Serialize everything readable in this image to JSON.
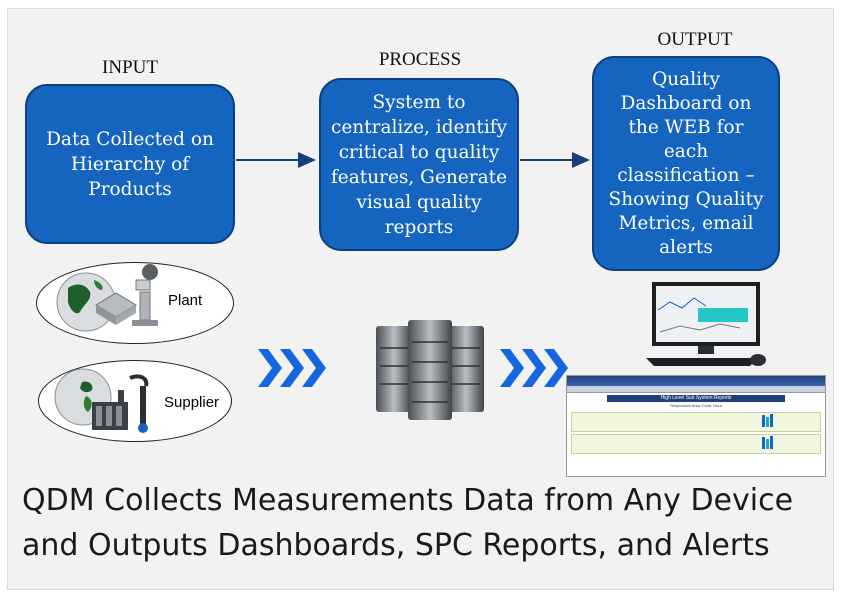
{
  "stages": [
    {
      "label": "INPUT",
      "lines": [
        "Data Collected on",
        "Hierarchy of",
        "Products"
      ]
    },
    {
      "label": "PROCESS",
      "lines": [
        "System to",
        "centralize, identify",
        "critical to quality",
        "features, Generate",
        "visual quality",
        "reports"
      ]
    },
    {
      "label": "OUTPUT",
      "lines": [
        "Quality",
        "Dashboard on",
        "the WEB for",
        "each",
        "classification –",
        "Showing Quality",
        "Metrics, email",
        "alerts"
      ]
    }
  ],
  "sources": {
    "plant": "Plant",
    "supplier": "Supplier"
  },
  "dashboard": {
    "title": "High Level Sub System Reports",
    "subtitle": "Responsive Area Code: Hour"
  },
  "caption": {
    "line1": "QDM Collects Measurements Data from Any Device",
    "line2": "and Outputs Dashboards, SPC Reports, and Alerts"
  },
  "colors": {
    "box_fill": "#1565c0",
    "box_border": "#0b3f7f",
    "chevron": "#1565e0"
  },
  "icons": [
    "globe-icon",
    "factory-icon",
    "robot-arm-icon",
    "server-rack-icon",
    "computer-monitor-icon",
    "chevron-right-icon"
  ]
}
